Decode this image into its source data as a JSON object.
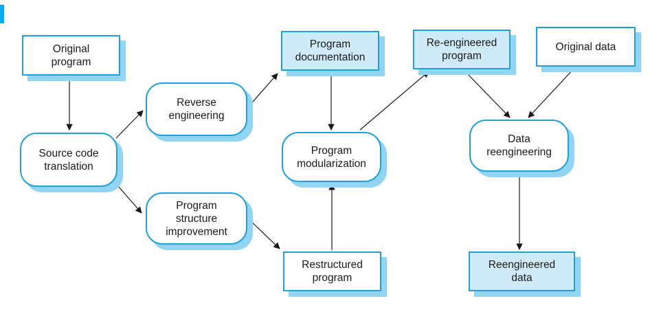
{
  "figure": {
    "title": "Software reengineering process diagram",
    "colors": {
      "marker": "#00AEEF",
      "node_border": "#1DA1DE",
      "node_shadow": "#92D5F2",
      "node_fill_highlight": "#CFEAF9",
      "node_fill_plain": "#FFFFFF",
      "arrow": "#1A1A1A",
      "text": "#1A1A1A"
    },
    "nodes": [
      {
        "id": "original-program",
        "label": "Original\nprogram",
        "shape": "rectangle",
        "fill": "plain"
      },
      {
        "id": "source-code-translation",
        "label": "Source code\ntranslation",
        "shape": "rounded",
        "fill": "plain"
      },
      {
        "id": "reverse-engineering",
        "label": "Reverse\nengineering",
        "shape": "rounded",
        "fill": "plain"
      },
      {
        "id": "program-structure-improvement",
        "label": "Program\nstructure\nimprovement",
        "shape": "rounded",
        "fill": "plain"
      },
      {
        "id": "program-documentation",
        "label": "Program\ndocumentation",
        "shape": "rectangle",
        "fill": "highlight"
      },
      {
        "id": "program-modularization",
        "label": "Program\nmodularization",
        "shape": "rounded",
        "fill": "plain"
      },
      {
        "id": "restructured-program",
        "label": "Restructured\nprogram",
        "shape": "rectangle",
        "fill": "plain"
      },
      {
        "id": "re-engineered-program",
        "label": "Re-engineered\nprogram",
        "shape": "rectangle",
        "fill": "highlight"
      },
      {
        "id": "original-data",
        "label": "Original data",
        "shape": "rectangle",
        "fill": "plain"
      },
      {
        "id": "data-reengineering",
        "label": "Data\nreengineering",
        "shape": "rounded",
        "fill": "plain"
      },
      {
        "id": "reengineered-data",
        "label": "Reengineered\ndata",
        "shape": "rectangle",
        "fill": "highlight"
      }
    ],
    "edges": [
      {
        "from": "original-program",
        "to": "source-code-translation"
      },
      {
        "from": "source-code-translation",
        "to": "reverse-engineering"
      },
      {
        "from": "source-code-translation",
        "to": "program-structure-improvement"
      },
      {
        "from": "reverse-engineering",
        "to": "program-documentation"
      },
      {
        "from": "program-structure-improvement",
        "to": "restructured-program"
      },
      {
        "from": "restructured-program",
        "to": "program-modularization"
      },
      {
        "from": "program-documentation",
        "to": "program-modularization"
      },
      {
        "from": "program-modularization",
        "to": "re-engineered-program"
      },
      {
        "from": "re-engineered-program",
        "to": "data-reengineering"
      },
      {
        "from": "original-data",
        "to": "data-reengineering"
      },
      {
        "from": "data-reengineering",
        "to": "reengineered-data"
      }
    ]
  }
}
